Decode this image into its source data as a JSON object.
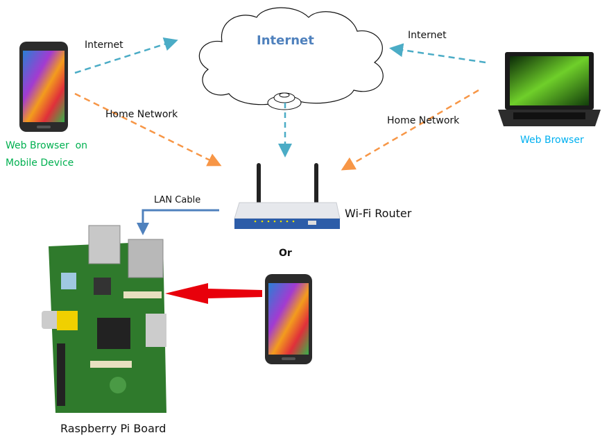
{
  "labels": {
    "cloud_title": "Internet",
    "phone_internet": "Internet",
    "laptop_internet": "Internet",
    "phone_home_network": "Home Network",
    "laptop_home_network": "Home Network",
    "mobile_browser_line1": "Web Browser  on",
    "mobile_browser_line2": "Mobile Device",
    "laptop_browser": "Web Browser",
    "lan_cable": "LAN Cable",
    "router": "Wi-Fi Router",
    "or": "Or",
    "raspberry_pi": "Raspberry Pi Board"
  },
  "colors": {
    "internet_link": "#4bacc6",
    "home_network_link": "#f79646",
    "cloud_title": "#4f81bd",
    "mobile_browser_label": "#00b050",
    "laptop_browser_label": "#00b0f0",
    "lan_cable": "#4f81bd",
    "direct_connection_arrow": "#e8000b"
  }
}
